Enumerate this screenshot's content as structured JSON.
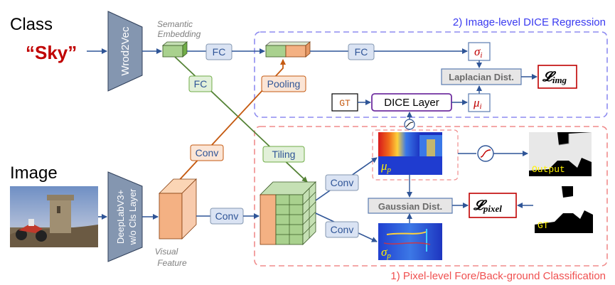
{
  "labels": {
    "class_title": "Class",
    "class_word": "“Sky”",
    "word2vec": "Wrod2Vec",
    "semantic_embedding_line1": "Semantic",
    "semantic_embedding_line2": "Embedding",
    "fc_top_left": "FC",
    "fc_top_right": "FC",
    "fc_diag": "FC",
    "pooling": "Pooling",
    "image_title": "Image",
    "deeplab_line1": "DeepLabV3+",
    "deeplab_line2": "w/o Cls Layer",
    "visual_feature_line1": "Visual",
    "visual_feature_line2": "Feature",
    "conv_diag": "Conv",
    "conv_mid": "Conv",
    "tiling": "Tiling",
    "conv_upper": "Conv",
    "conv_lower": "Conv",
    "gt_top": "GT",
    "dice_layer": "DICE Layer",
    "laplacian": "Laplacian Dist.",
    "gaussian": "Gaussian Dist.",
    "sigma_i": "σ",
    "sigma_i_sub": "i",
    "mu_i": "μ",
    "mu_i_sub": "i",
    "l_img": "𝓛",
    "l_img_sub": "img",
    "l_pixel": "𝓛",
    "l_pixel_sub": "pixel",
    "mu_p": "μ",
    "mu_p_sub": "p",
    "sigma_p": "σ",
    "sigma_p_sub": "p",
    "output": "Output",
    "gt_pixel": "GT",
    "region_image_level": "2) Image-level DICE Regression",
    "region_pixel_level": "1) Pixel-level Fore/Back-ground Classification"
  },
  "colors": {
    "blue_arrow": "#2f5597",
    "orange_arrow": "#c55a11",
    "green_arrow": "#548235",
    "purple_box": "#7030a0",
    "red_box": "#c00000",
    "region_blue": "#8e8cf0",
    "region_red": "#f08c8c",
    "encoder_fill": "#8496b0",
    "green_feature": "#a9d18e",
    "orange_feature": "#f4b183"
  }
}
